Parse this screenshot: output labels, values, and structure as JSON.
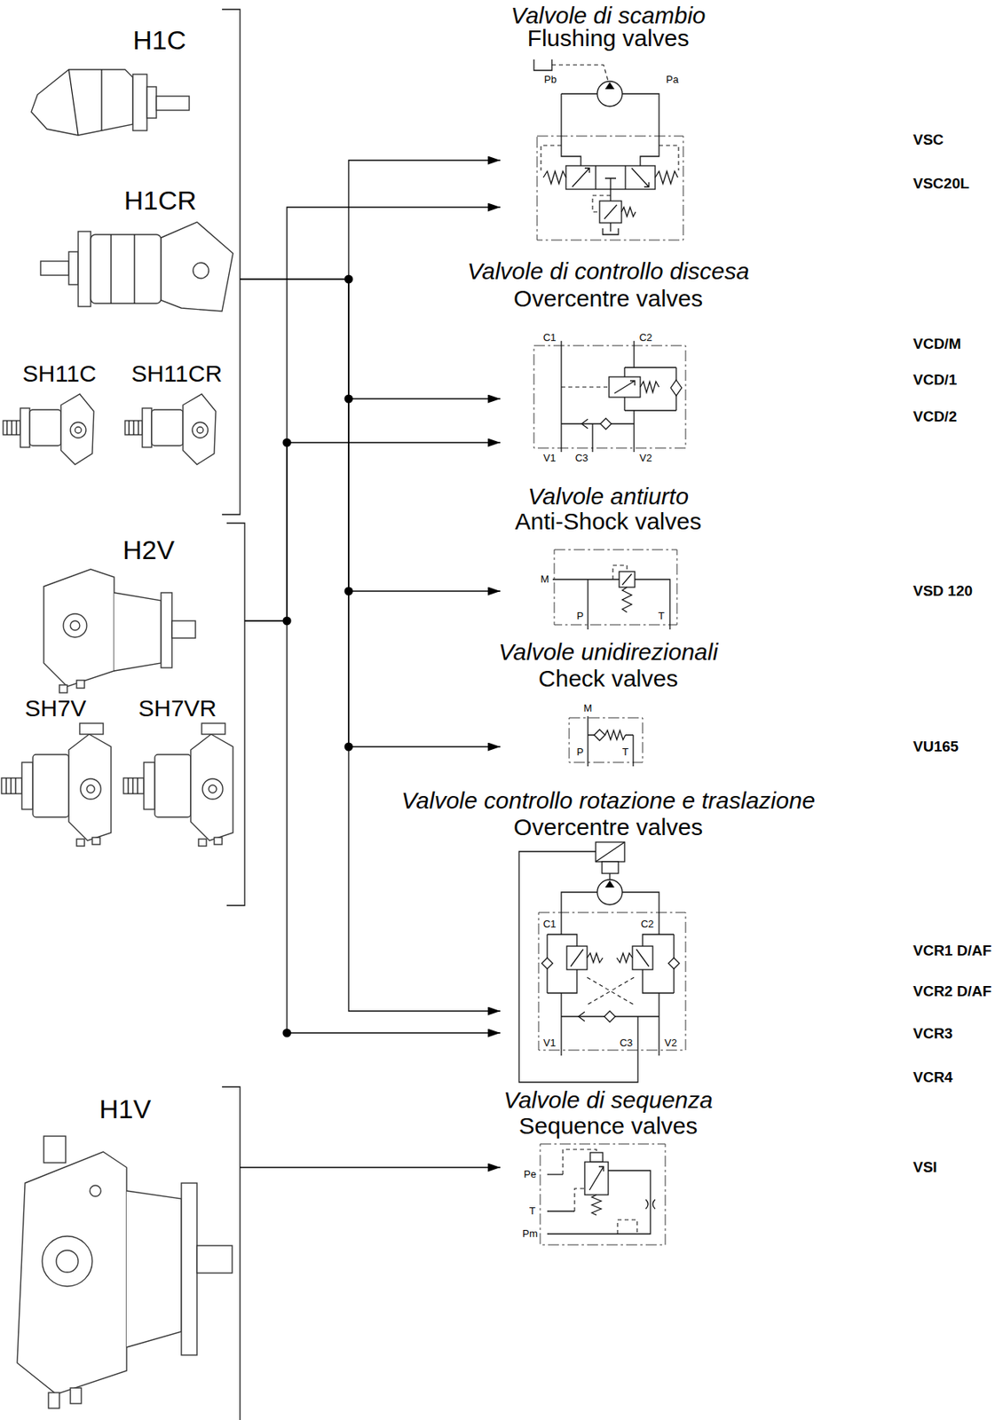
{
  "diagram": {
    "nodes": [
      {
        "text": [
          "H1C",
          "H1CR",
          "SH11C",
          "SH11CR"
        ]
      },
      {
        "text": [
          "H2V",
          "SH7V",
          "SH7VR"
        ]
      },
      {
        "text": [
          "H1V"
        ]
      },
      {
        "text": [
          "Valvole di scambio",
          "Flushing valves"
        ]
      },
      {
        "text": [
          "Valvole di controllo discesa",
          "Overcentre valves"
        ]
      },
      {
        "text": [
          "Valvole antiurto",
          "Anti-Shock valves"
        ]
      },
      {
        "text": [
          "Valvole unidirezionali",
          "Check valves"
        ]
      },
      {
        "text": [
          "Valvole controllo rotazione e traslazione",
          "Overcentre valves"
        ]
      },
      {
        "text": [
          "Valvole di sequenza",
          "Sequence valves"
        ]
      }
    ],
    "edges": [
      {
        "from": 0,
        "to": 3,
        "arrow": "to"
      },
      {
        "from": 0,
        "to": 4,
        "arrow": "to"
      },
      {
        "from": 0,
        "to": 5,
        "arrow": "to"
      },
      {
        "from": 0,
        "to": 6,
        "arrow": "to"
      },
      {
        "from": 0,
        "to": 7,
        "arrow": "to"
      },
      {
        "from": 1,
        "to": 3,
        "arrow": "to"
      },
      {
        "from": 1,
        "to": 4,
        "arrow": "to"
      },
      {
        "from": 1,
        "to": 7,
        "arrow": "to"
      },
      {
        "from": 2,
        "to": 8,
        "arrow": "to"
      }
    ],
    "labels": [
      "VSC",
      "VSC20L",
      "VCD/M",
      "VCD/1",
      "VCD/2",
      "VSD 120",
      "VU165",
      "VCR1 D/AF",
      "VCR2 D/AF",
      "VCR3",
      "VCR4",
      "VSI",
      "Pb",
      "Pa",
      "C1",
      "C2",
      "V1",
      "C3",
      "V2",
      "M",
      "P",
      "T",
      "M",
      "P",
      "T",
      "C1",
      "C2",
      "V1",
      "C3",
      "V2",
      "Pe",
      "T",
      "Pm"
    ]
  }
}
